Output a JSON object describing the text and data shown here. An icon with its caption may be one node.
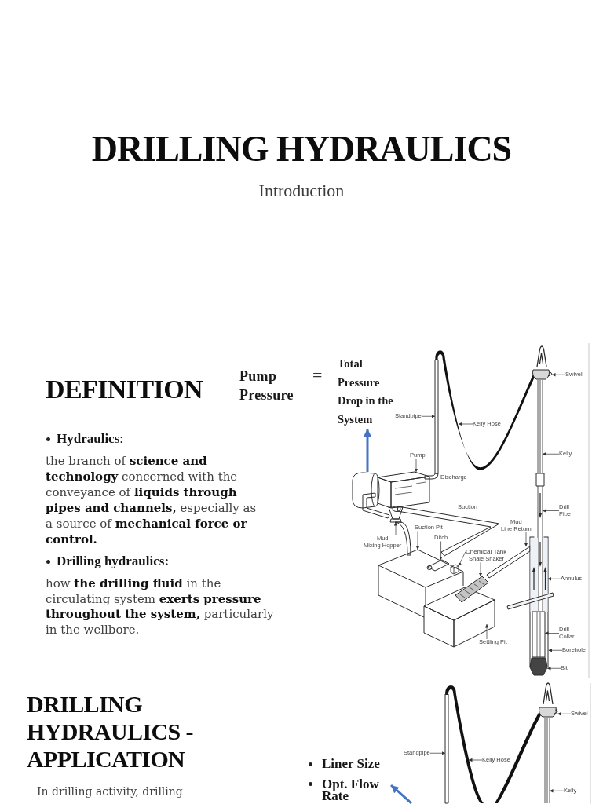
{
  "diagram": {
    "title": "DRILLING HYDRAULICS",
    "nodes": [
      {
        "text": [
          "Total Pressure Drop in the System"
        ]
      },
      {
        "text": [
          "Swivel"
        ]
      },
      {
        "text": [
          "Standpipe"
        ]
      },
      {
        "text": [
          "Kelly Hose"
        ]
      },
      {
        "text": [
          "Kelly"
        ]
      },
      {
        "text": [
          "Pump"
        ]
      },
      {
        "text": [
          "Drill Pipe"
        ]
      },
      {
        "text": [
          "Mud Line Return"
        ]
      },
      {
        "text": [
          "Suction Pit"
        ]
      },
      {
        "text": [
          "Mud Mixing Hopper"
        ]
      },
      {
        "text": [
          "Ditch"
        ]
      },
      {
        "text": [
          "Chemical Tank"
        ]
      },
      {
        "text": [
          "Shale Shaker"
        ]
      },
      {
        "text": [
          "Annulus"
        ]
      },
      {
        "text": [
          "Settling Pit"
        ]
      },
      {
        "text": [
          "Drill Collar"
        ]
      },
      {
        "text": [
          "Borehole"
        ]
      },
      {
        "text": [
          "Bit"
        ]
      },
      {
        "text": [
          "Swivel"
        ]
      },
      {
        "text": [
          "Standpipe"
        ]
      },
      {
        "text": [
          "Kelly Hose"
        ]
      },
      {
        "text": [
          "Opt. Flow Rate"
        ]
      },
      {
        "text": [
          "Kelly"
        ]
      },
      {
        "text": [],
        "shape": "picture"
      },
      {
        "text": [],
        "shape": "bar"
      },
      {
        "text": [],
        "shape": "picture"
      },
      {
        "text": [],
        "shape": "picture"
      },
      {
        "text": [],
        "shape": "picture"
      },
      {
        "text": [],
        "shape": "picture"
      },
      {
        "text": [],
        "shape": "picture"
      },
      {
        "text": [],
        "shape": "bar"
      },
      {
        "text": [],
        "shape": "picture",
        "in": 29
      },
      {
        "text": [],
        "shape": "picture",
        "in": 29
      },
      {
        "text": [],
        "shape": "picture"
      },
      {
        "text": [],
        "shape": "picture"
      },
      {
        "text": [],
        "shape": "picture",
        "in": 34
      },
      {
        "text": [],
        "shape": "picture",
        "in": 34
      },
      {
        "text": [],
        "shape": "picture"
      },
      {
        "text": [],
        "shape": "picture"
      },
      {
        "text": [],
        "shape": "bar"
      },
      {
        "text": [],
        "shape": "picture"
      }
    ],
    "edges": [
      {
        "from": 26,
        "to": 0,
        "arrow": "to",
        "style": "thick",
        "color": "#4472c4"
      },
      {
        "from": 1,
        "to": 23,
        "arrow": "to"
      },
      {
        "from": 2,
        "to": 24,
        "arrow": "to"
      },
      {
        "from": 3,
        "to": null,
        "arrow": "to"
      },
      {
        "from": 4,
        "to": 25,
        "arrow": "to"
      },
      {
        "from": 5,
        "to": 26,
        "arrow": "to"
      },
      {
        "from": 6,
        "to": 27,
        "arrow": "to"
      },
      {
        "from": 7,
        "to": 30,
        "arrow": "to"
      },
      {
        "from": 8,
        "to": 29,
        "arrow": "to"
      },
      {
        "from": 9,
        "to": 28,
        "arrow": "to"
      },
      {
        "from": 10,
        "to": 31,
        "arrow": "to"
      },
      {
        "from": 11,
        "to": 32,
        "arrow": "to"
      },
      {
        "from": 12,
        "to": 33,
        "arrow": "to"
      },
      {
        "from": 13,
        "to": 35,
        "arrow": "to"
      },
      {
        "from": 14,
        "to": null,
        "arrow": "to"
      },
      {
        "from": 15,
        "to": 36,
        "arrow": "to"
      },
      {
        "from": 16,
        "to": 34,
        "arrow": "to"
      },
      {
        "from": 17,
        "to": 37,
        "arrow": "to"
      },
      {
        "from": null,
        "to": 21,
        "arrow": "to",
        "style": "thick",
        "color": "#4472c4"
      },
      {
        "from": 18,
        "to": 38,
        "arrow": "to"
      },
      {
        "from": 19,
        "to": 39,
        "arrow": "to"
      },
      {
        "from": 20,
        "to": null,
        "arrow": "to"
      },
      {
        "from": 22,
        "to": 40,
        "arrow": "to"
      }
    ],
    "labels": [
      "Introduction",
      "DEFINITION",
      "Pump Pressure",
      "=",
      "**Hydraulics**:",
      "the branch of **science and technology** concerned with the conveyance of **liquids through pipes and channels,** especially as a source of **mechanical force or control.**",
      "Drilling hydraulics:",
      "how **the drilling fluid** in the circulating system **exerts pressure throughout the system,** particularly in the wellbore.",
      "Discharge",
      "Suction",
      "DRILLING HYDRAULICS - APPLICATION",
      "Liner Size",
      "In drilling activity, drilling"
    ]
  }
}
